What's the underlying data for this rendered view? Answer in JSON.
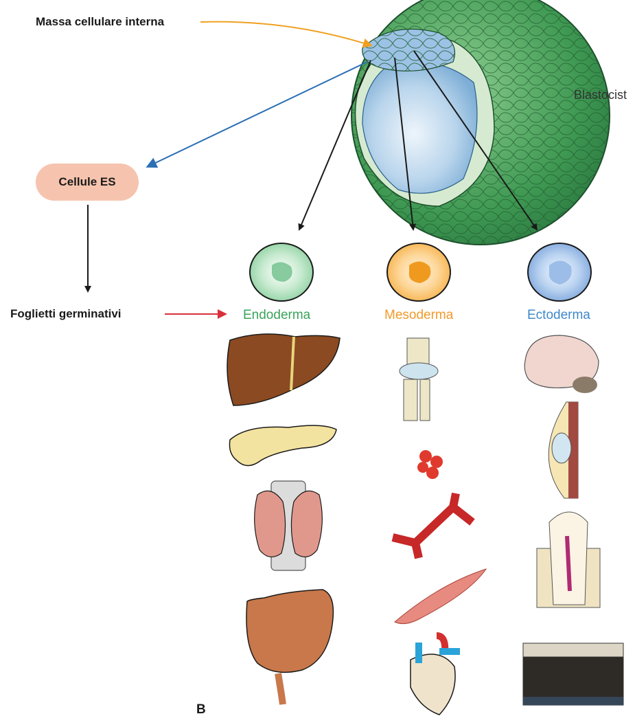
{
  "labels": {
    "inner_cell_mass": "Massa cellulare interna",
    "blastocyst": "Blastocist",
    "es_cells": "Cellule ES",
    "germ_layers": "Foglietti germinativi",
    "panel": "B"
  },
  "layers": [
    {
      "name": "Endoderma",
      "color": "#3aa35a",
      "organs": [
        "liver-icon",
        "pancreas-icon",
        "thyroid-icon",
        "intestine-icon"
      ]
    },
    {
      "name": "Mesoderma",
      "color": "#f09a2a",
      "organs": [
        "knee-joint-icon",
        "red-blood-cells-icon",
        "blood-vessel-icon",
        "muscle-fiber-icon",
        "heart-icon"
      ]
    },
    {
      "name": "Ectoderma",
      "color": "#3f88c8",
      "organs": [
        "brain-icon",
        "mammary-gland-icon",
        "tooth-icon",
        "skin-icon"
      ]
    }
  ],
  "colors": {
    "orange_arrow": "#f0a020",
    "blue_arrow": "#2c6fb5",
    "red_arrow": "#d9303a",
    "black_arrow": "#1a1a1a",
    "es_pill": "#f6c4ae"
  }
}
